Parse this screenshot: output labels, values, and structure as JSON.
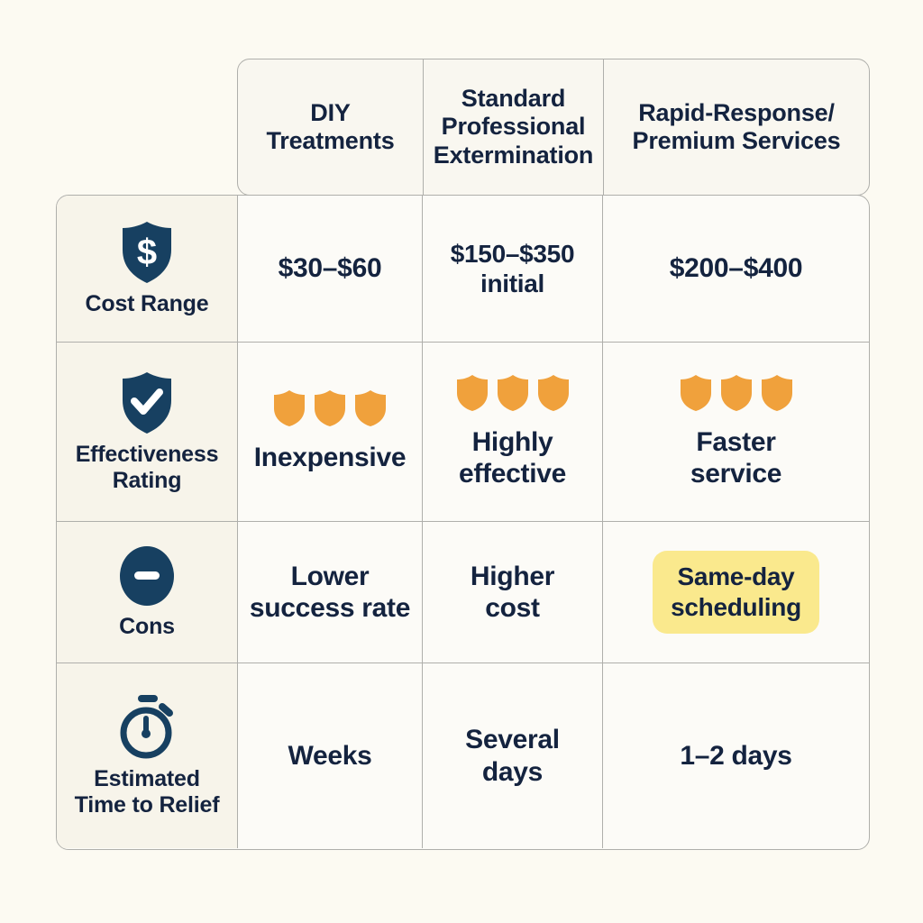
{
  "table": {
    "corner_label": "",
    "columns": [
      {
        "id": "diy",
        "label": "DIY\nTreatments"
      },
      {
        "id": "standard",
        "label": "Standard\nProfessional\nExtermination"
      },
      {
        "id": "rapid",
        "label": "Rapid-Response/\nPremium Services"
      }
    ],
    "rows": [
      {
        "id": "cost-range",
        "icon": "shield-dollar-icon",
        "label": "Cost Range",
        "cells": [
          {
            "text": "$30–$60",
            "highlight": false,
            "rating": 0
          },
          {
            "text": "$150–$350\ninitial",
            "highlight": false,
            "rating": 0
          },
          {
            "text": "$200–$400",
            "highlight": false,
            "rating": 0
          }
        ]
      },
      {
        "id": "effectiveness-rating",
        "icon": "shield-check-icon",
        "label": "Effectiveness\nRating",
        "cells": [
          {
            "text": "Inexpensive",
            "highlight": false,
            "rating": 3
          },
          {
            "text": "Highly\neffective",
            "highlight": false,
            "rating": 3
          },
          {
            "text": "Faster\nservice",
            "highlight": false,
            "rating": 3
          }
        ]
      },
      {
        "id": "cons",
        "icon": "minus-circle-icon",
        "label": "Cons",
        "cells": [
          {
            "text": "Lower\nsuccess rate",
            "highlight": false,
            "rating": 0
          },
          {
            "text": "Higher\ncost",
            "highlight": false,
            "rating": 0
          },
          {
            "text": "Same-day\nscheduling",
            "highlight": true,
            "rating": 0
          }
        ]
      },
      {
        "id": "estimated-time-to-relief",
        "icon": "stopwatch-icon",
        "label": "Estimated\nTime to Relief",
        "cells": [
          {
            "text": "Weeks",
            "highlight": false,
            "rating": 0
          },
          {
            "text": "Several\ndays",
            "highlight": false,
            "rating": 0
          },
          {
            "text": "1–2 days",
            "highlight": false,
            "rating": 0
          }
        ]
      }
    ]
  },
  "colors": {
    "page_background": "#FCFAF2",
    "cell_background": "#FCFBF7",
    "label_background": "#F7F4EA",
    "header_background": "#F9F7F0",
    "grid_line": "#AFAFAB",
    "text_navy": "#14233F",
    "icon_navy": "#174061",
    "rating_orange": "#F0A13C",
    "highlight_yellow": "#FAE98D"
  }
}
